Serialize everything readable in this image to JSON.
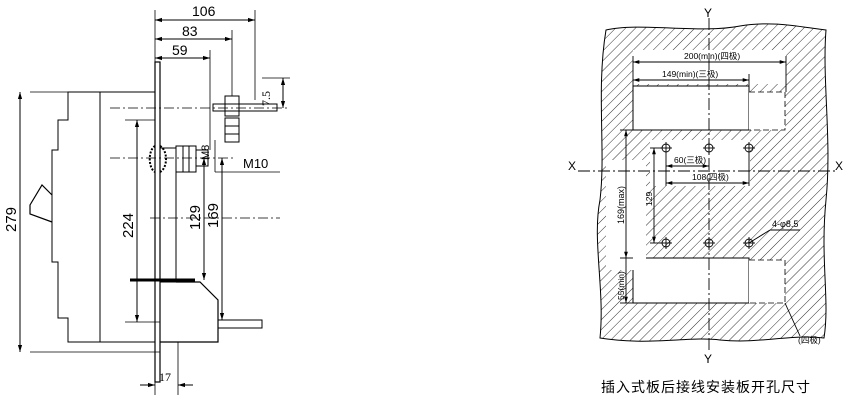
{
  "side_view": {
    "dimensions": {
      "d106": "106",
      "d83": "83",
      "d59": "59",
      "d7_5": "7.5",
      "m8": "M8",
      "m10": "M10",
      "d279": "279",
      "d224": "224",
      "d129": "129",
      "d169": "169",
      "d17": "17"
    }
  },
  "cutout_view": {
    "axes": {
      "y_top": "Y",
      "y_bottom": "Y",
      "x_left": "X",
      "x_right": "X"
    },
    "dimensions": {
      "d200": "200(min)(四极)",
      "d149": "149(min)(三极)",
      "d60": "60(三极)",
      "d108": "108(四极)",
      "d129": "129",
      "d169": "169(max)",
      "d55": "55(min)",
      "holes": "4-φ8.5",
      "four_pole_note": "(四极)"
    },
    "caption": "插入式板后接线安装板开孔尺寸"
  }
}
